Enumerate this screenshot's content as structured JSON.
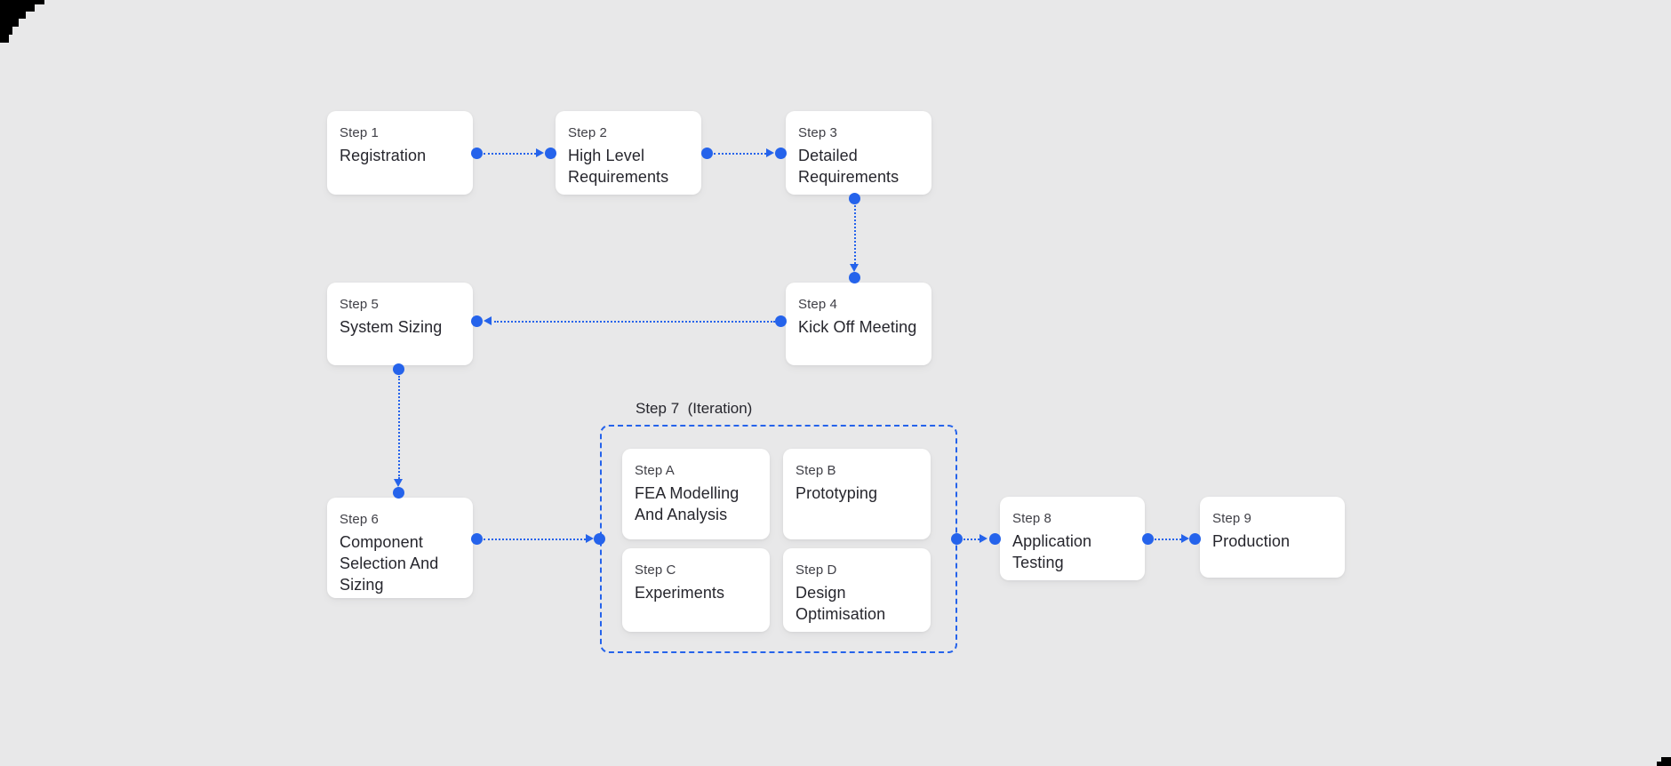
{
  "colors": {
    "background": "#e8e8e9",
    "card": "#ffffff",
    "accent": "#2563eb",
    "label_text": "#3f3f46",
    "title_text": "#26262d"
  },
  "nodes": {
    "step1": {
      "label": "Step 1",
      "title": "Registration"
    },
    "step2": {
      "label": "Step 2",
      "title": "High Level Requirements"
    },
    "step3": {
      "label": "Step 3",
      "title": "Detailed Requirements"
    },
    "step4": {
      "label": "Step 4",
      "title": "Kick Off Meeting"
    },
    "step5": {
      "label": "Step 5",
      "title": "System Sizing"
    },
    "step6": {
      "label": "Step 6",
      "title": "Component Selection And Sizing"
    },
    "step7": {
      "label": "Step 7  (Iteration)"
    },
    "stepA": {
      "label": "Step A",
      "title": "FEA Modelling And Analysis"
    },
    "stepB": {
      "label": "Step B",
      "title": "Prototyping"
    },
    "stepC": {
      "label": "Step C",
      "title": "Experiments"
    },
    "stepD": {
      "label": "Step D",
      "title": "Design Optimisation"
    },
    "step8": {
      "label": "Step 8",
      "title": "Application Testing"
    },
    "step9": {
      "label": "Step 9",
      "title": "Production"
    }
  }
}
